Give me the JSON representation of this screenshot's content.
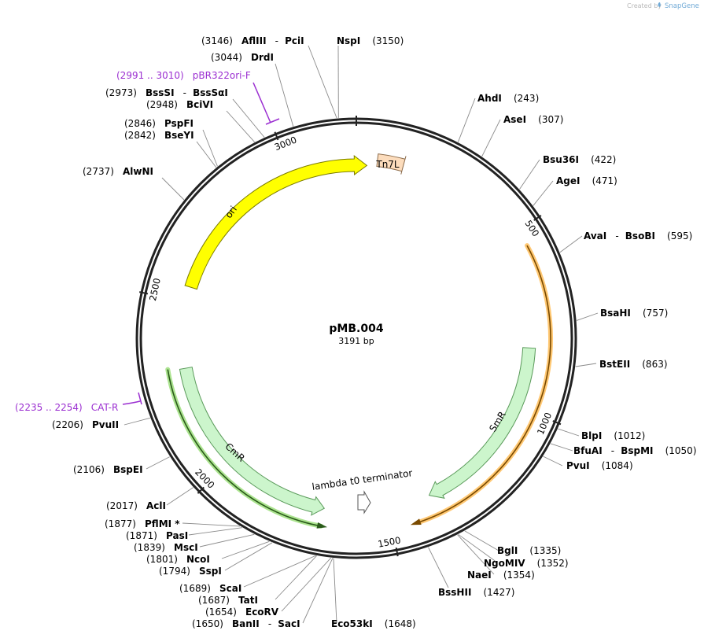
{
  "brand": {
    "created_by": "Created by",
    "app": "SnapGene"
  },
  "plasmid": {
    "name": "pMB.004",
    "length_label": "3191 bp",
    "length": 3191
  },
  "ticks": [
    {
      "value": 500,
      "label": "500"
    },
    {
      "value": 1000,
      "label": "1000"
    },
    {
      "value": 1500,
      "label": "1500"
    },
    {
      "value": 2000,
      "label": "2000"
    },
    {
      "value": 2500,
      "label": "2500"
    },
    {
      "value": 3000,
      "label": "3000"
    }
  ],
  "features": [
    {
      "name": "ori",
      "label": "ori",
      "color": "#ffff00",
      "stroke": "#7a7a00"
    },
    {
      "name": "Tn7L",
      "label": "Tn7L",
      "color": "#fcdcbc",
      "stroke": "#8a6a4a"
    },
    {
      "name": "SmR",
      "label": "SmR",
      "color": "#ccf5cc",
      "stroke": "#5a9a5a"
    },
    {
      "name": "CmR",
      "label": "CmR",
      "color": "#ccf5cc",
      "stroke": "#5a9a5a"
    },
    {
      "name": "lambda-t0-terminator",
      "label": "lambda t0 terminator",
      "color": "#ffffff",
      "stroke": "#555555"
    }
  ],
  "orf_colors": {
    "smr_orf": "#ff9a00",
    "cmr_orf": "#66cc33"
  },
  "site_labels": {
    "afliii": {
      "pos": "(3146)",
      "name": "AflIII",
      "sep": "-",
      "name2": "PciI"
    },
    "nspi": {
      "name": "NspI",
      "pos": "(3150)"
    },
    "drdi": {
      "pos": "(3044)",
      "name": "DrdI"
    },
    "bssSI": {
      "pos": "(2973)",
      "name": "BssSI",
      "sep": "-",
      "name2": "BssSαI"
    },
    "bcivi": {
      "pos": "(2948)",
      "name": "BciVI"
    },
    "pspfi": {
      "pos": "(2846)",
      "name": "PspFI"
    },
    "bseyi": {
      "pos": "(2842)",
      "name": "BseYI"
    },
    "alwni": {
      "pos": "(2737)",
      "name": "AlwNI"
    },
    "pvuii": {
      "pos": "(2206)",
      "name": "PvuII"
    },
    "bspei": {
      "pos": "(2106)",
      "name": "BspEI"
    },
    "acli": {
      "pos": "(2017)",
      "name": "AclI"
    },
    "pflmi": {
      "pos": "(1877)",
      "name": "PflMI *"
    },
    "pasi": {
      "pos": "(1871)",
      "name": "PasI"
    },
    "msci": {
      "pos": "(1839)",
      "name": "MscI"
    },
    "ncoi": {
      "pos": "(1801)",
      "name": "NcoI"
    },
    "sspi": {
      "pos": "(1794)",
      "name": "SspI"
    },
    "scai": {
      "pos": "(1689)",
      "name": "ScaI"
    },
    "tati": {
      "pos": "(1687)",
      "name": "TatI"
    },
    "ecorv": {
      "pos": "(1654)",
      "name": "EcoRV"
    },
    "banii": {
      "pos": "(1650)",
      "name": "BanII",
      "sep": "-",
      "name2": "SacI"
    },
    "eco53ki": {
      "name": "Eco53kI",
      "pos": "(1648)"
    },
    "bsshii": {
      "name": "BssHII",
      "pos": "(1427)"
    },
    "naei": {
      "name": "NaeI",
      "pos": "(1354)"
    },
    "ngomiv": {
      "name": "NgoMIV",
      "pos": "(1352)"
    },
    "bgli": {
      "name": "BglI",
      "pos": "(1335)"
    },
    "pvui": {
      "name": "PvuI",
      "pos": "(1084)"
    },
    "bfuai": {
      "name": "BfuAI",
      "sep": "-",
      "name2": "BspMI",
      "pos": "(1050)"
    },
    "blpi": {
      "name": "BlpI",
      "pos": "(1012)"
    },
    "bsteii": {
      "name": "BstEII",
      "pos": "(863)"
    },
    "bsahi": {
      "name": "BsaHI",
      "pos": "(757)"
    },
    "avai": {
      "name": "AvaI",
      "sep": "-",
      "name2": "BsoBI",
      "pos": "(595)"
    },
    "agei": {
      "name": "AgeI",
      "pos": "(471)"
    },
    "bsu36i": {
      "name": "Bsu36I",
      "pos": "(422)"
    },
    "asei": {
      "name": "AseI",
      "pos": "(307)"
    },
    "ahdi": {
      "name": "AhdI",
      "pos": "(243)"
    }
  },
  "primers": [
    {
      "key": "pbr322",
      "range": "(2991 .. 3010)",
      "name": "pBR322ori-F",
      "color": "#9b2fd1"
    },
    {
      "key": "catr",
      "range": "(2235 .. 2254)",
      "name": "CAT-R",
      "color": "#9b2fd1"
    }
  ]
}
